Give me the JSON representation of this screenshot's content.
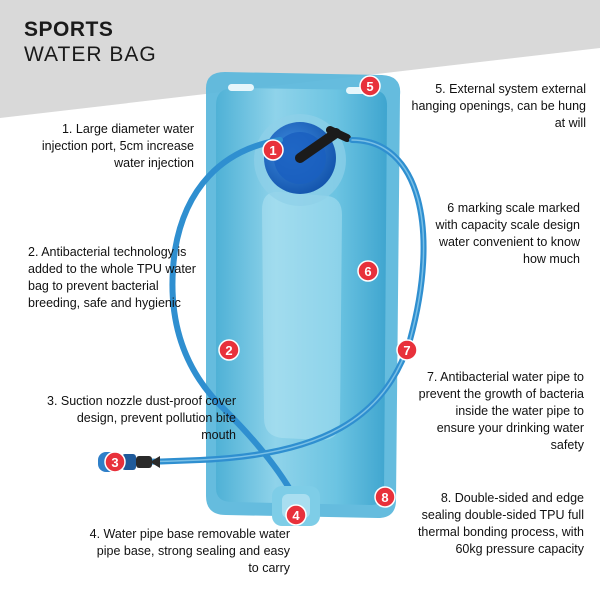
{
  "title": {
    "line1": "SPORTS",
    "line2": "WATER BAG"
  },
  "badge_color": "#e8313b",
  "bag_color": "#6fc3e0",
  "features": [
    {
      "number": "1",
      "text": "1. Large diameter water injection port, 5cm increase water injection"
    },
    {
      "number": "2",
      "text": "2. Antibacterial technology is added to the whole TPU water bag to prevent bacterial breeding, safe and hygienic"
    },
    {
      "number": "3",
      "text": "3. Suction nozzle dust-proof cover design, prevent pollution bite mouth"
    },
    {
      "number": "4",
      "text": "4. Water pipe base removable water pipe base, strong sealing and easy to carry"
    },
    {
      "number": "5",
      "text": "5. External system external hanging openings, can be hung at will"
    },
    {
      "number": "6",
      "text": "6 marking scale marked with capacity scale design water convenient to know how much"
    },
    {
      "number": "7",
      "text": "7. Antibacterial water pipe to prevent the growth of bacteria inside the water pipe to ensure your drinking water safety"
    },
    {
      "number": "8",
      "text": "8. Double-sided and edge sealing double-sided TPU full thermal bonding process, with 60kg pressure capacity"
    }
  ]
}
